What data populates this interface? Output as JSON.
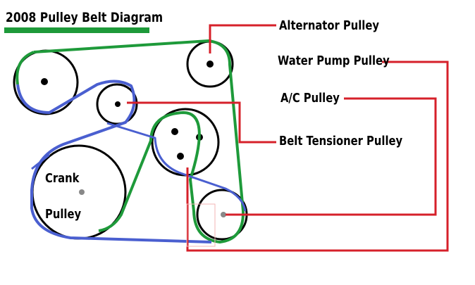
{
  "title": "2008 Pulley Belt Diagram",
  "labels": {
    "alternator": "Alternator Pulley",
    "water_pump": "Water Pump Pulley",
    "ac": "A/C Pulley",
    "tensioner": "Belt Tensioner Pulley",
    "crank_line1": "Crank",
    "crank_line2": "Pulley"
  },
  "colors": {
    "callout": "#d6202a",
    "green_belt": "#1e9a3a",
    "blue_belt": "#4a5fd0",
    "pulley_outline": "#000000",
    "title_underline": "#1e9a3a"
  }
}
